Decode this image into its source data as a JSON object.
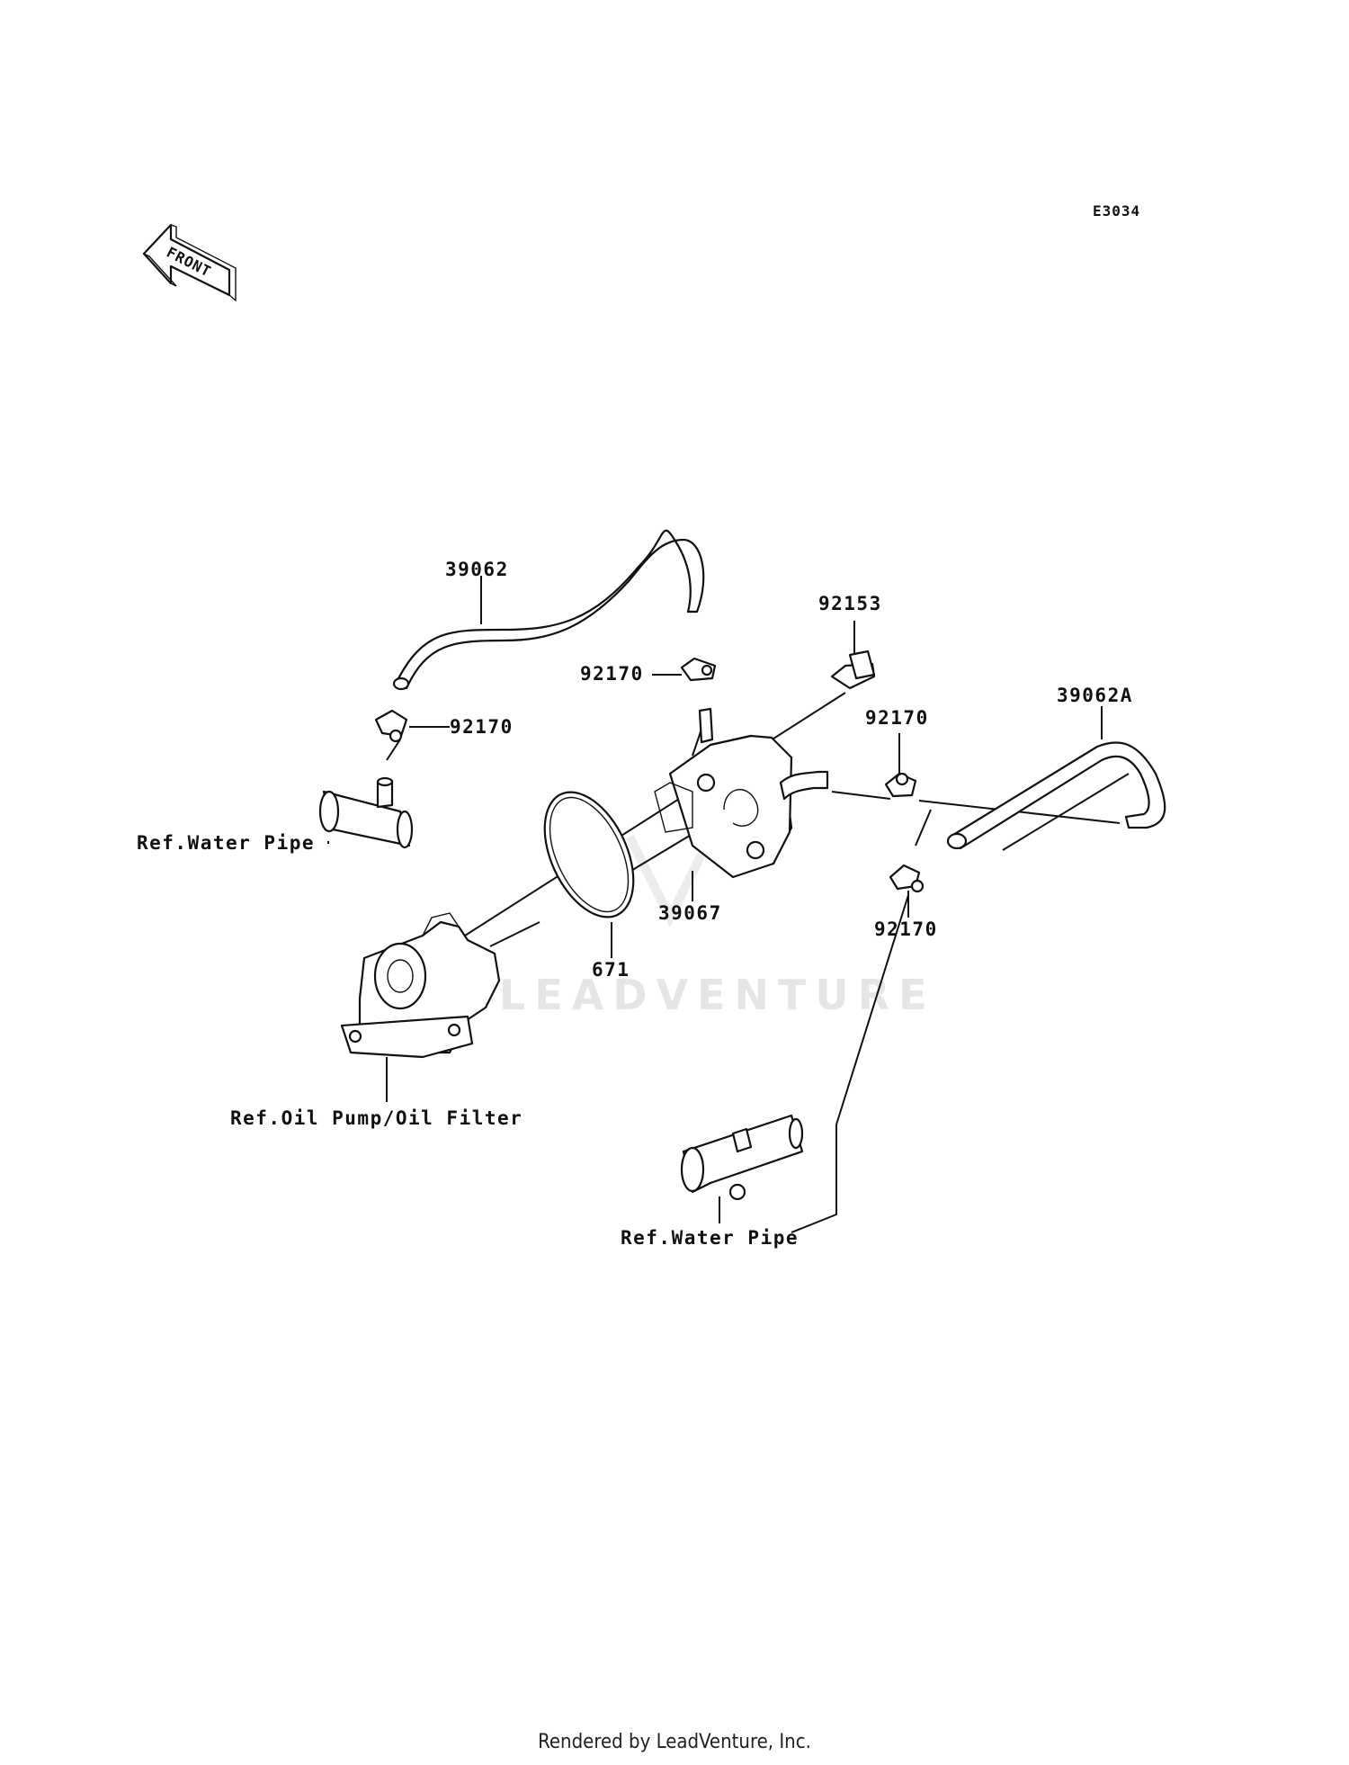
{
  "diagram_code": "E3034",
  "front_arrow_label": "FRONT",
  "watermark": "LEADVENTURE",
  "labels": {
    "hose_39062": "39062",
    "clamp_92170_top": "92170",
    "clamp_92170_left": "92170",
    "bolt_92153": "92153",
    "clamp_92170_right": "92170",
    "hose_39062a": "39062A",
    "ref_water_pipe_upper": "Ref.Water Pipe",
    "cooler_39067": "39067",
    "clamp_92170_lower": "92170",
    "oring_671": "671",
    "ref_oil_pump": "Ref.Oil Pump/Oil Filter",
    "ref_water_pipe_lower": "Ref.Water Pipe"
  },
  "footer": "Rendered by LeadVenture, Inc."
}
